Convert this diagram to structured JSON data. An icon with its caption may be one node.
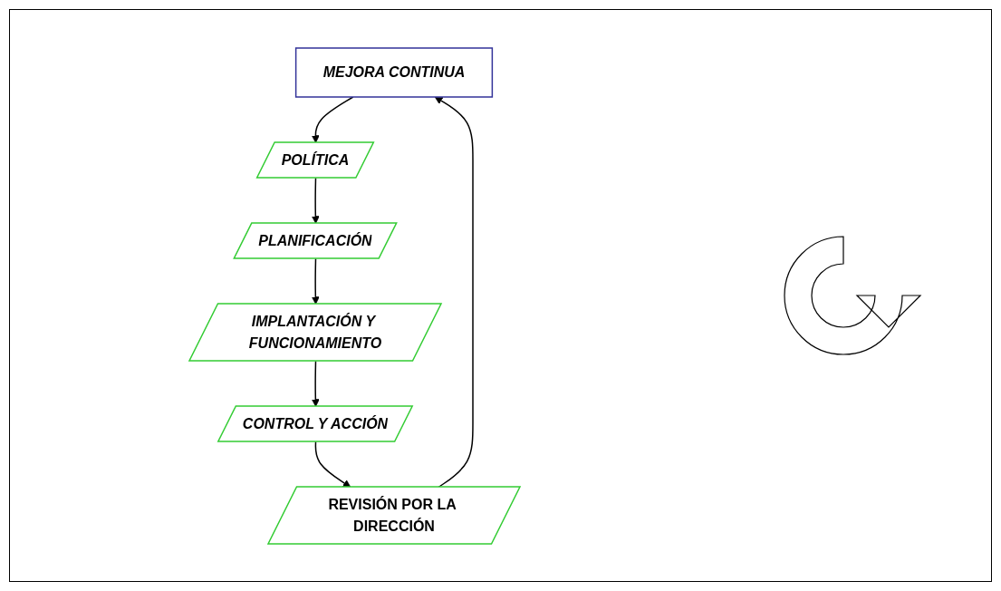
{
  "diagram": {
    "nodes": [
      {
        "text": [
          "MEJORA CONTINUA"
        ]
      },
      {
        "text": [
          "POLÍTICA"
        ]
      },
      {
        "text": [
          "PLANIFICACIÓN"
        ]
      },
      {
        "text": [
          "IMPLANTACIÓN Y FUNCIONAMIENTO"
        ]
      },
      {
        "text": [
          "CONTROL Y ACCIÓN"
        ]
      },
      {
        "text": [
          "REVISIÓN POR LA DIRECCIÓN"
        ]
      }
    ],
    "edges": [
      {
        "from": 0,
        "to": 1,
        "arrow": "to"
      },
      {
        "from": 1,
        "to": 2,
        "arrow": "to"
      },
      {
        "from": 2,
        "to": 3,
        "arrow": "to"
      },
      {
        "from": 3,
        "to": 4,
        "arrow": "to"
      },
      {
        "from": 4,
        "to": 5,
        "arrow": "to"
      },
      {
        "from": 5,
        "to": 0,
        "arrow": "to"
      }
    ]
  }
}
